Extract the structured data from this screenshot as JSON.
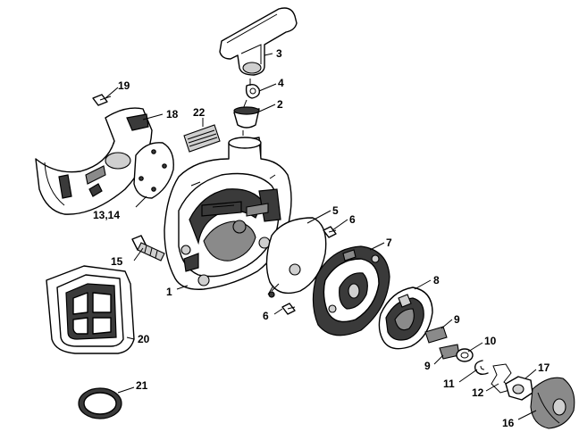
{
  "callouts": {
    "c1": "1",
    "c2": "2",
    "c3": "3",
    "c4": "4",
    "c5": "5",
    "c6a": "6",
    "c6b": "6",
    "c7": "7",
    "c8": "8",
    "c9a": "9",
    "c9b": "9",
    "c10": "10",
    "c11": "11",
    "c12": "12",
    "c13_14": "13,14",
    "c15": "15",
    "c16": "16",
    "c17": "17",
    "c18": "18",
    "c19": "19",
    "c20": "20",
    "c21": "21",
    "c22": "22"
  }
}
